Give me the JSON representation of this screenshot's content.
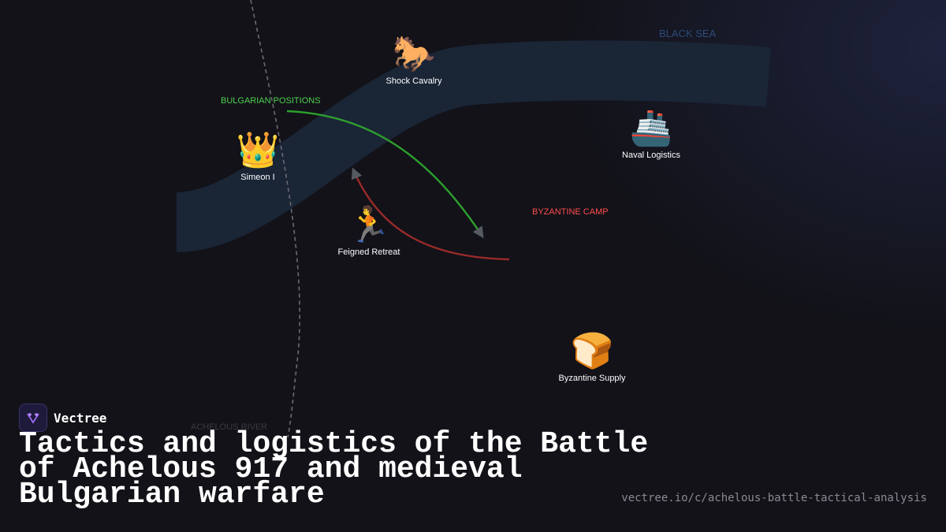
{
  "map": {
    "regions": {
      "black_sea": "BLACK SEA",
      "bulgarian_positions": "BULGARIAN POSITIONS",
      "byzantine_camp": "BYZANTINE CAMP",
      "achelous_river": "ACHELOUS RIVER"
    },
    "nodes": {
      "shock_cavalry": {
        "icon": "🐎",
        "label": "Shock Cavalry"
      },
      "naval_logistics": {
        "icon": "🚢",
        "label": "Naval Logistics"
      },
      "simeon": {
        "icon": "👑",
        "label": "Simeon I"
      },
      "feigned_retreat": {
        "icon": "🏃",
        "label": "Feigned Retreat"
      },
      "byzantine_supply": {
        "icon": "🍞",
        "label": "Byzantine Supply"
      }
    },
    "colors": {
      "river": "#1a2536",
      "bulgarian": "#4fd14f",
      "byzantine": "#ff4d4d",
      "bulgarian_arrow": "#2ea02e",
      "byzantine_arrow": "#9a2a2a",
      "sea_label": "#2c4a78"
    }
  },
  "brand": {
    "name": "Vectree"
  },
  "title": "Tactics and logistics of the Battle of Achelous 917 and medieval Bulgarian warfare",
  "url": "vectree.io/c/achelous-battle-tactical-analysis"
}
